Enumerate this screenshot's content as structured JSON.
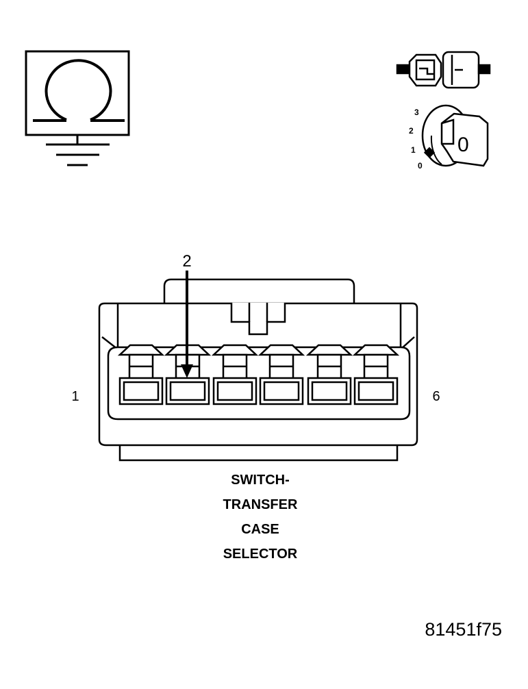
{
  "ignition_switch": {
    "key_positions": [
      "0",
      "1",
      "2",
      "3"
    ],
    "key_label": "0"
  },
  "connector": {
    "cavity_count": 6,
    "pin_callout": "2",
    "left_pin_label": "1",
    "right_pin_label": "6"
  },
  "caption": {
    "line1": "SWITCH-",
    "line2": "TRANSFER",
    "line3": "CASE",
    "line4": "SELECTOR"
  },
  "figure_id": "81451f75"
}
